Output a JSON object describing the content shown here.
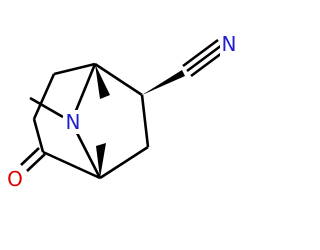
{
  "molecule": {
    "atoms": {
      "nitrogen_bridge": {
        "symbol": "N",
        "color": "#1f1fd0"
      },
      "nitrile_nitrogen": {
        "symbol": "N",
        "color": "#1f1fd0"
      },
      "ketone_oxygen": {
        "symbol": "O",
        "color": "#e00000"
      }
    },
    "bond_color": "#000000",
    "background": "#ffffff"
  }
}
